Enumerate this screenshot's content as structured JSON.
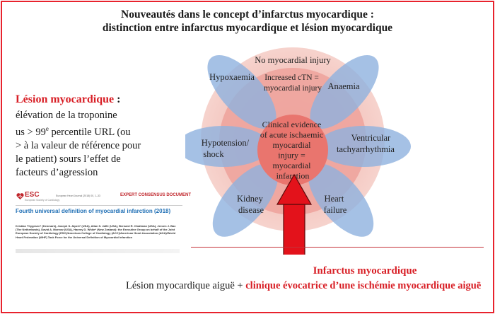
{
  "title": {
    "line1": "Nouveautés dans le concept d’infarctus myocardique :",
    "line2": "distinction entre infarctus myocardique et lésion myocardique"
  },
  "lesion": {
    "heading": "Lésion myocardique",
    "colon": " :",
    "lines": [
      "élévation de la troponine",
      "us > 99",
      "e",
      " percentile URL (ou",
      "> à la valeur de référence pour",
      "le patient) sours l’effet de",
      "facteurs d’agression"
    ]
  },
  "esc_card": {
    "logo_text": "ESC",
    "logo_sub": "European Society of Cardiology",
    "journal_ref": "European Heart Journal (2018) 00, 1–33",
    "badge": "EXPERT CONSENSUS DOCUMENT",
    "title": "Fourth universal definition of myocardial infarction (2018)",
    "authors": "Kristian Thygesen* (Denmark), Joseph S. Alpert* (USA), Allan S. Jaffe (USA), Bernard R. Chaitman (USA), Jeroen J. Bax (The Netherlands), David A. Morrow (USA), Harvey D. White* (New Zealand): the Executive Group on behalf of the Joint European Society of Cardiology (ESC)/American College of Cardiology (ACC)/American Heart Association (AHA)/World Heart Federation (WHF) Task Force for the Universal Definition of Myocardial Infarction"
  },
  "diagram": {
    "outer_label": "No myocardial injury",
    "middle_label": [
      "Increased cTN =",
      "myocardial injury"
    ],
    "center_label": [
      "Clinical evidence",
      "of acute ischaemic",
      "myocardial",
      "injury =",
      "myocardial",
      "infarction"
    ],
    "petals": [
      {
        "id": "hypoxaemia",
        "lines": [
          "Hypoxaemia"
        ]
      },
      {
        "id": "anaemia",
        "lines": [
          "Anaemia"
        ]
      },
      {
        "id": "hypotension",
        "lines": [
          "Hypotension/",
          "shock"
        ]
      },
      {
        "id": "ventricular",
        "lines": [
          "Ventricular",
          "tachyarrhythmia"
        ]
      },
      {
        "id": "kidney",
        "lines": [
          "Kidney",
          "disease"
        ]
      },
      {
        "id": "heart",
        "lines": [
          "Heart",
          "failure"
        ]
      }
    ],
    "colors": {
      "outer": "#f6d3cd",
      "middle": "#eea49d",
      "center": "#e9756e",
      "petal": "#8fb1df",
      "arrow": "#e3121b"
    }
  },
  "bottom": {
    "heading": "Infarctus myocardique",
    "prefix": "Lésion myocardique aiguë + ",
    "highlight": "clinique évocatrice d’une ischémie myocardique aiguë"
  }
}
